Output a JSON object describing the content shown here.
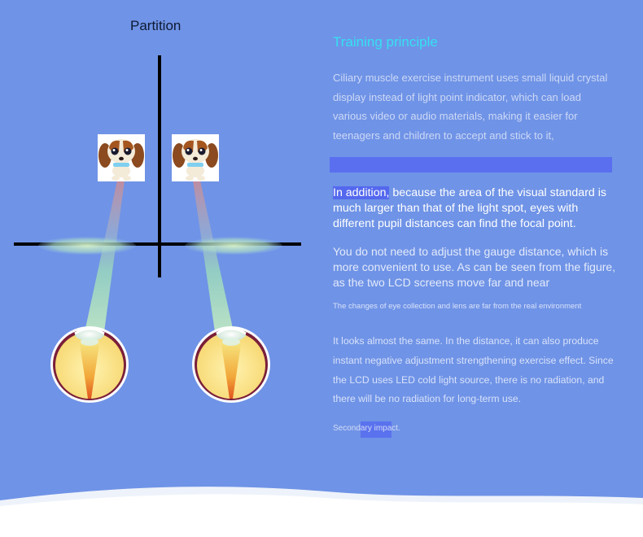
{
  "diagram": {
    "title": "Partition"
  },
  "text": {
    "heading": "Training principle",
    "intro": "Ciliary muscle exercise instrument uses small liquid crystal display instead of light point indicator, which can load various video or audio materials, making it easier for teenagers and children to accept and stick to it,",
    "addition_highlight": "In addition,",
    "addition_rest": " because the area of the visual standard is much larger than that of the light spot, eyes with different pupil distances can find the focal point.",
    "gauge": "You do not need to adjust the gauge distance, which is more convenient to use. As can be seen from the figure, as the two LCD screens move far and near",
    "small_note": "The changes of eye collection and lens are far from the real environment",
    "same": "It looks almost the same. In the distance, it can also produce instant negative adjustment strengthening exercise effect. Since the LCD uses LED cold light source, there is no radiation, and there will be no radiation for long-term use.",
    "secondary_pre": "Second",
    "secondary_hl": "ary impa",
    "secondary_post": "ct."
  },
  "colors": {
    "background": "#6f93e6",
    "heading": "#35e0f2",
    "axis_line": "#000000",
    "eye_yolk": "#fbe89a",
    "eye_rim": "#7a1f3a"
  }
}
